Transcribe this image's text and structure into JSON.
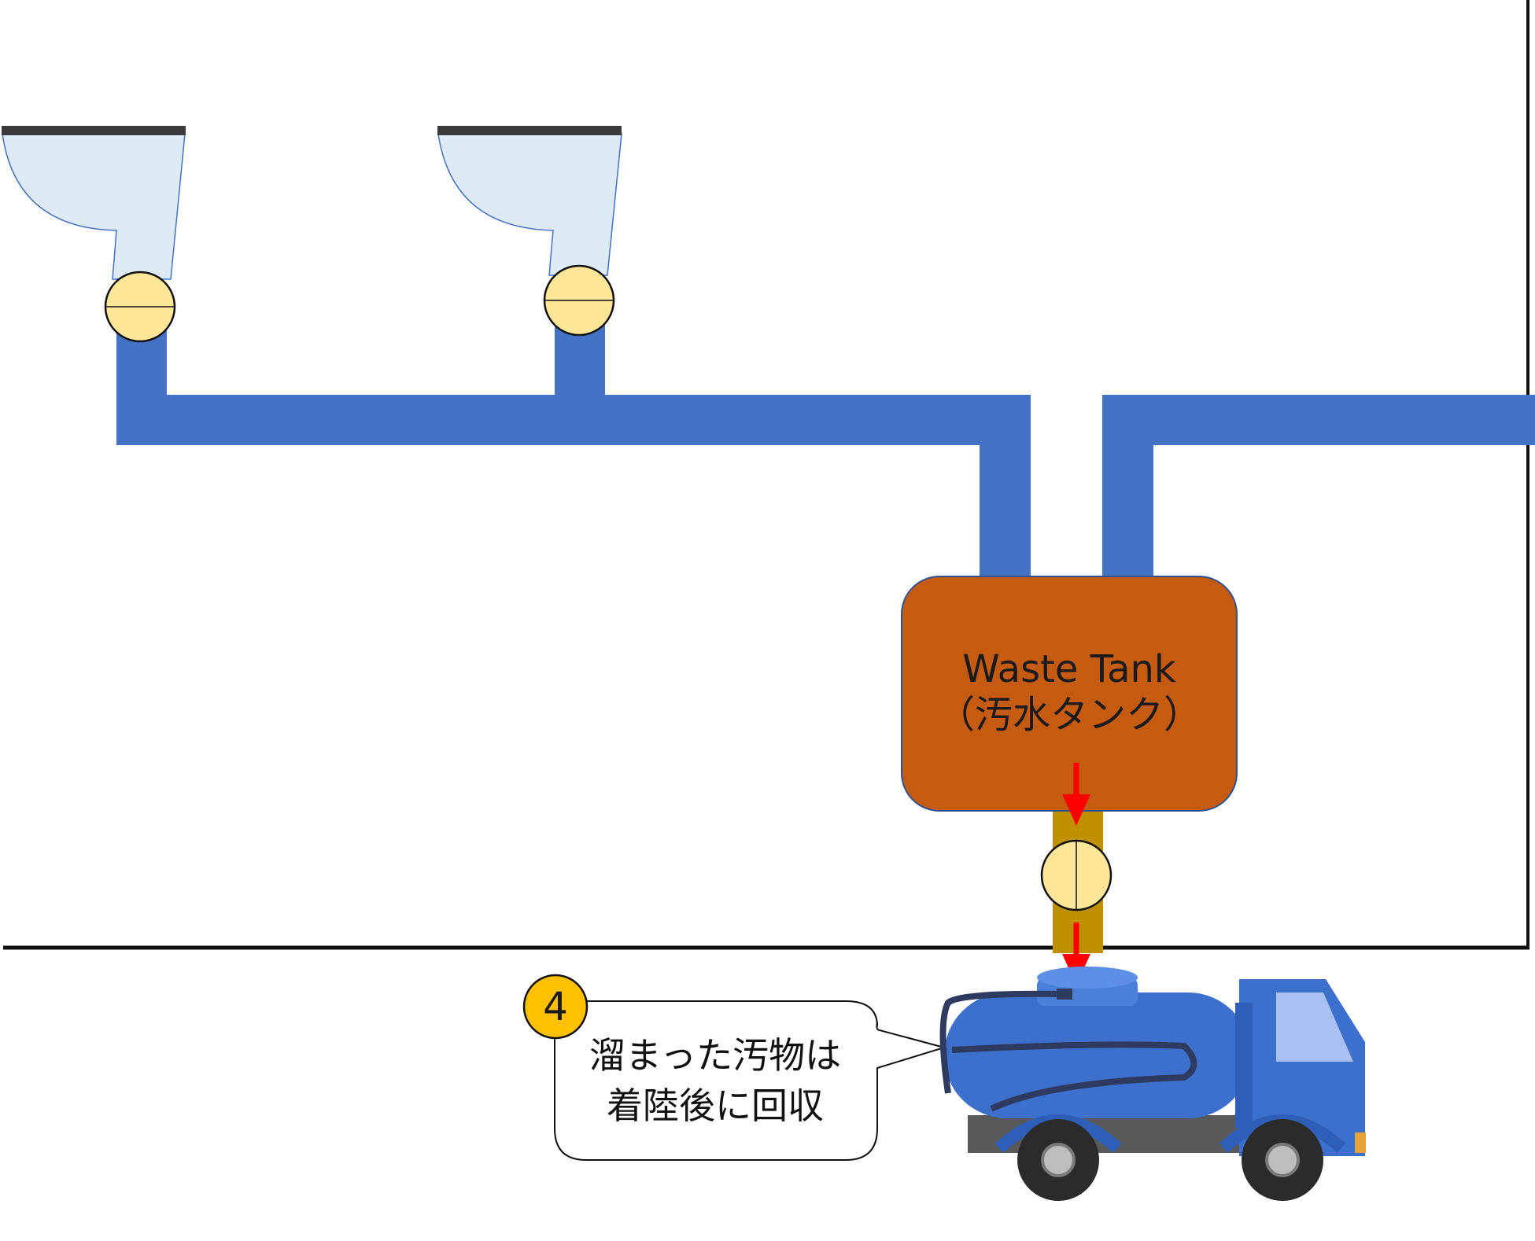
{
  "tank": {
    "name": "Waste Tank",
    "name_ja": "（汚水タンク）"
  },
  "step": {
    "number": "4",
    "note_line1": "溜まった汚物は",
    "note_line2": "着陸後に回収"
  },
  "colors": {
    "pipe": "#4472C4",
    "tank": "#C55A11",
    "drain_pipe": "#BF9000",
    "valve": "#FFE699",
    "bowl": "#DEEBF7",
    "badge": "#FFC000",
    "arrow": "#FF0000",
    "truck_body": "#3D6FCC",
    "truck_chassis": "#595959"
  },
  "icons": [
    "toilet-bowl-icon",
    "valve-icon",
    "vacuum-truck-icon",
    "flow-arrow-icon"
  ]
}
